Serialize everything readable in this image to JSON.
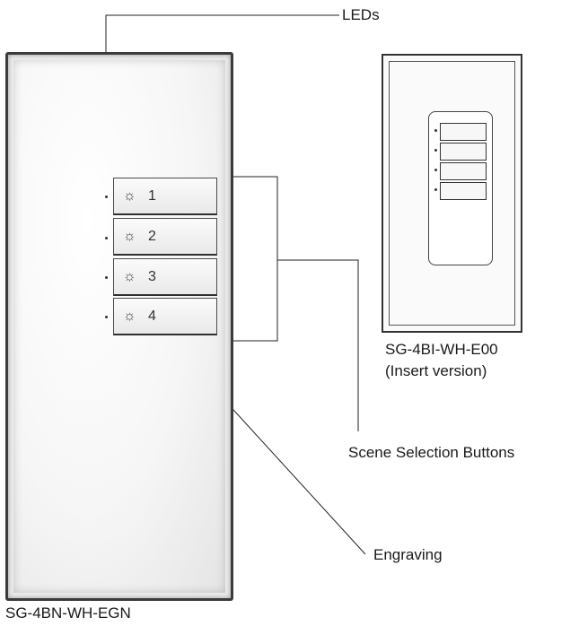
{
  "labels": {
    "leds": "LEDs",
    "scene_buttons": "Scene Selection Buttons",
    "engraving": "Engraving",
    "insert_model": "SG-4BI-WH-E00",
    "insert_note": "(Insert version)",
    "main_model": "SG-4BN-WH-EGN"
  },
  "buttons": [
    {
      "icon": "sun-icon",
      "glyph": "☼",
      "number": "1"
    },
    {
      "icon": "sun-icon",
      "glyph": "☼",
      "number": "2"
    },
    {
      "icon": "sun-icon",
      "glyph": "☼",
      "number": "3"
    },
    {
      "icon": "sun-icon",
      "glyph": "☼",
      "number": "4"
    }
  ],
  "colors": {
    "line": "#222222",
    "plate_border": "#3b3b3b",
    "plate_face": "#f6f6f6"
  }
}
